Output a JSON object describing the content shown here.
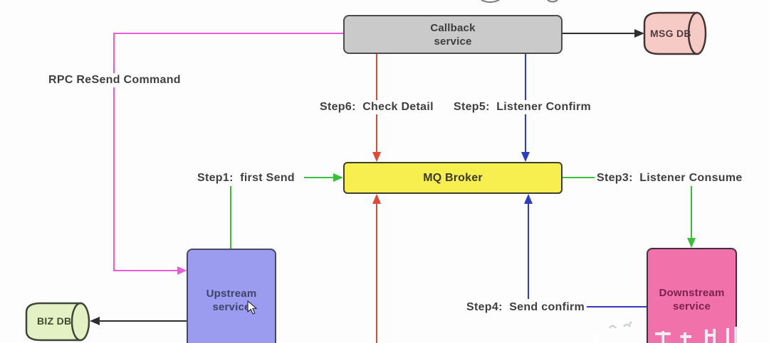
{
  "styles": {
    "background": "#fdfdfd",
    "label_color": "#3f3f3f",
    "black_line": "#2e2e2e"
  },
  "nodes": {
    "callback_service": {
      "label": "Callback service",
      "fill": "#cacaca",
      "border": "#4c4c4c",
      "text_color": "#3d3d3d"
    },
    "msg_db": {
      "label": "MSG DB",
      "fill": "#f6cac5",
      "border": "#453434",
      "text_color": "#503c3c"
    },
    "mq_broker": {
      "label": "MQ Broker",
      "fill": "#f7ef4f",
      "border": "#3f3f2c",
      "text_color": "#3a3a22"
    },
    "upstream_service": {
      "label": "Upstream service",
      "fill": "#9b9bef",
      "border": "#474766",
      "text_color": "#3f4468"
    },
    "downstream_service": {
      "label": "Downstream service",
      "fill": "#f172aa",
      "border": "#3e3040",
      "text_color": "#7c2250"
    },
    "biz_db": {
      "label": "BIZ DB",
      "fill": "#e3f1c5",
      "border": "#3f4637",
      "text_color": "#3e4a2e"
    }
  },
  "edges": {
    "rpc_resend": {
      "label": "RPC ReSend Command",
      "color": "#ea5cd5"
    },
    "step1": {
      "label": "Step1:  first Send",
      "color": "#3cbe3c"
    },
    "step3": {
      "label": "Step3:  Listener Consume",
      "color": "#3cbe3c"
    },
    "step4": {
      "label": "Step4:  Send confirm",
      "color": "#2f3cc0"
    },
    "step5": {
      "label": "Step5:  Listener Confirm",
      "color": "#2f3cc0"
    },
    "step6": {
      "label": "Step6:  Check Detail",
      "color": "#df4a38"
    },
    "callback_to_msgdb": {
      "color": "#2e2e2e"
    },
    "upstream_to_bizdb": {
      "color": "#2e2e2e"
    }
  }
}
